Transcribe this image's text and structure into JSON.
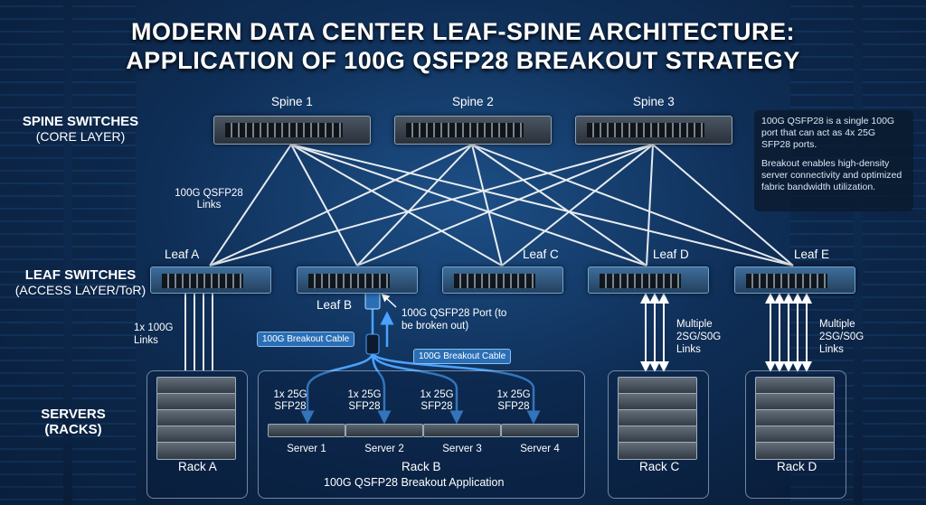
{
  "title": {
    "line1": "MODERN DATA CENTER LEAF-SPINE ARCHITECTURE:",
    "line2": "APPLICATION OF 100G QSFP28 BREAKOUT STRATEGY"
  },
  "layers": {
    "spine": {
      "name": "SPINE SWITCHES",
      "sub": "(CORE LAYER)"
    },
    "leaf": {
      "name": "LEAF SWITCHES",
      "sub": "(ACCESS LAYER/ToR)"
    },
    "servers": {
      "name": "SERVERS",
      "sub": "(RACKS)"
    }
  },
  "spines": [
    "Spine 1",
    "Spine 2",
    "Spine 3"
  ],
  "leaves": [
    "Leaf A",
    "Leaf B",
    "Leaf C",
    "Leaf D",
    "Leaf E"
  ],
  "links": {
    "spine_leaf": "100G QSFP28 Links",
    "leafA": "1x 100G Links",
    "leafD": "Multiple 2SG/S0G Links",
    "leafE": "Multiple 2SG/S0G Links"
  },
  "breakout": {
    "port_label": "100G QSFP28 Port (to be broken out)",
    "cable_tag_1": "100G Breakout Cable",
    "cable_tag_2": "100G Breakout Cable",
    "server_link": "1x 25G SFP28",
    "servers": [
      "Server 1",
      "Server 2",
      "Server 3",
      "Server 4"
    ],
    "rack_name": "Rack B",
    "application": "100G QSFP28 Breakout Application"
  },
  "racks": [
    "Rack A",
    "Rack C",
    "Rack D"
  ],
  "info": {
    "p1": "100G QSFP28 is a single 100G port that can act as 4x 25G SFP28 ports.",
    "p2": "Breakout enables high-density server connectivity and optimized fabric bandwidth utilization."
  },
  "colors": {
    "link": "#ffffff",
    "breakout_accent": "#4aa3ff",
    "leaf": "#3e6d9a"
  }
}
